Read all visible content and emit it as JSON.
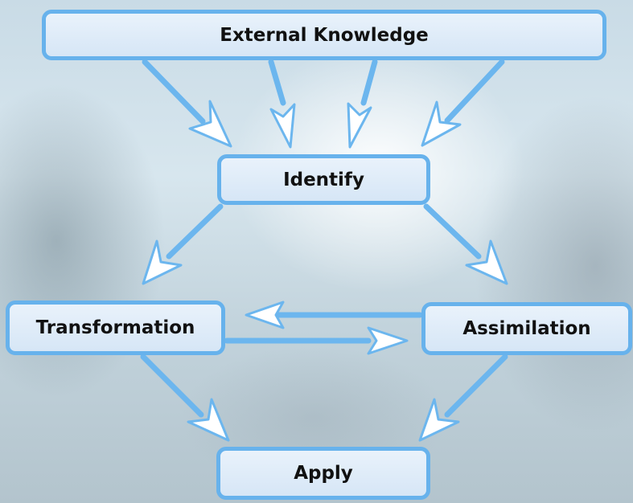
{
  "nodes": {
    "external_knowledge": "External Knowledge",
    "identify": "Identify",
    "transformation": "Transformation",
    "assimilation": "Assimilation",
    "apply": "Apply"
  },
  "edges": [
    {
      "from": "External Knowledge",
      "to": "Identify"
    },
    {
      "from": "External Knowledge",
      "to": "Identify"
    },
    {
      "from": "External Knowledge",
      "to": "Identify"
    },
    {
      "from": "External Knowledge",
      "to": "Identify"
    },
    {
      "from": "Identify",
      "to": "Transformation"
    },
    {
      "from": "Identify",
      "to": "Assimilation"
    },
    {
      "from": "Assimilation",
      "to": "Transformation"
    },
    {
      "from": "Transformation",
      "to": "Assimilation"
    },
    {
      "from": "Transformation",
      "to": "Apply"
    },
    {
      "from": "Assimilation",
      "to": "Apply"
    }
  ],
  "colors": {
    "box_border": "#67b2ec",
    "box_fill": "#d6e6f6",
    "arrow_stroke": "#6cb6ee",
    "arrow_head_fill": "#ffffff"
  }
}
